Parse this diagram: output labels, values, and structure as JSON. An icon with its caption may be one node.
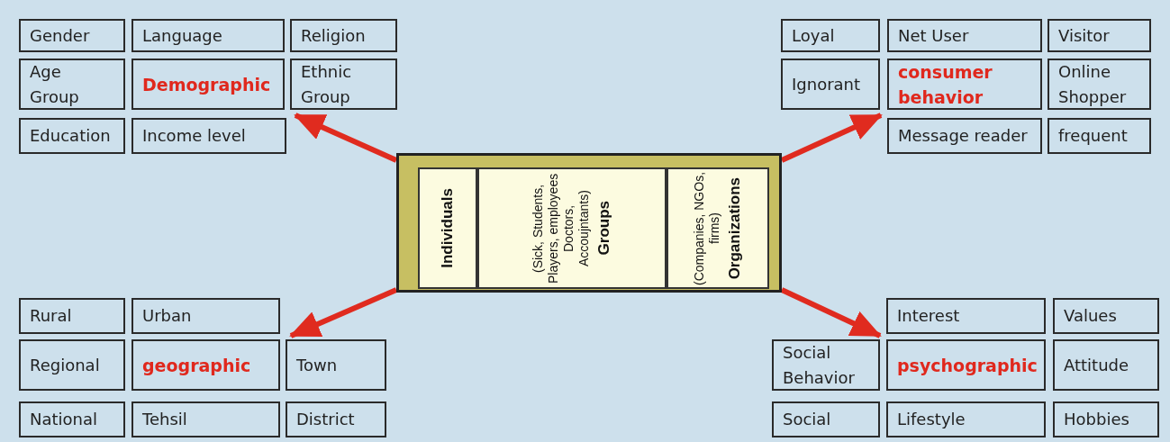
{
  "diagram": {
    "nodes": [
      {
        "text": [],
        "shape": "box"
      },
      {
        "text": [
          "Individuals"
        ],
        "in": 0
      },
      {
        "text": [
          "Groups",
          "(Sick, Students, Players, employees Doctors, Accoujntants)"
        ],
        "in": 0
      },
      {
        "text": [
          "Organizations",
          "(Companies, NGOs, firms)"
        ],
        "in": 0
      },
      {
        "text": [
          "Gender"
        ]
      },
      {
        "text": [
          "Language"
        ]
      },
      {
        "text": [
          "Religion"
        ]
      },
      {
        "text": [
          "Age Group"
        ]
      },
      {
        "text": [
          "Demographic"
        ]
      },
      {
        "text": [
          "Ethnic Group"
        ]
      },
      {
        "text": [
          "Education"
        ]
      },
      {
        "text": [
          "Income level"
        ]
      },
      {
        "text": [
          "Loyal"
        ]
      },
      {
        "text": [
          "Net User"
        ]
      },
      {
        "text": [
          "Visitor"
        ]
      },
      {
        "text": [
          "Ignorant"
        ]
      },
      {
        "text": [
          "consumer behavior"
        ]
      },
      {
        "text": [
          "Online Shopper"
        ]
      },
      {
        "text": [
          "Message reader"
        ]
      },
      {
        "text": [
          "frequent"
        ]
      },
      {
        "text": [
          "Rural"
        ]
      },
      {
        "text": [
          "Urban"
        ]
      },
      {
        "text": [
          "Regional"
        ]
      },
      {
        "text": [
          "geographic"
        ]
      },
      {
        "text": [
          "Town"
        ]
      },
      {
        "text": [
          "National"
        ]
      },
      {
        "text": [
          "Tehsil"
        ]
      },
      {
        "text": [
          "District"
        ]
      },
      {
        "text": [
          "Interest"
        ]
      },
      {
        "text": [
          "Values"
        ]
      },
      {
        "text": [
          "Social Behavior"
        ]
      },
      {
        "text": [
          "psychographic"
        ]
      },
      {
        "text": [
          "Attitude"
        ]
      },
      {
        "text": [
          "Social"
        ]
      },
      {
        "text": [
          "Lifestyle"
        ]
      },
      {
        "text": [
          "Hobbies"
        ]
      }
    ],
    "edges": [
      {
        "from": 0,
        "to": 8,
        "arrow": "to"
      },
      {
        "from": 0,
        "to": 16,
        "arrow": "to"
      },
      {
        "from": 0,
        "to": 23,
        "arrow": "to"
      },
      {
        "from": 0,
        "to": 31,
        "arrow": "to"
      }
    ]
  }
}
